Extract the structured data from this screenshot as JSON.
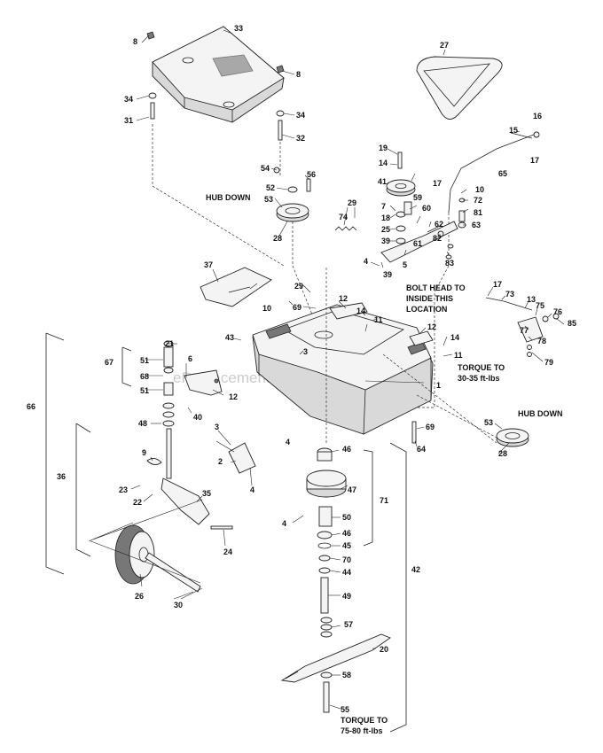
{
  "watermark": "eReplacementParts.com",
  "notes": {
    "hub_down_left": "HUB DOWN",
    "hub_down_right": "HUB DOWN",
    "bolt_head": [
      "BOLT HEAD TO",
      "INSIDE THIS",
      "LOCATION"
    ],
    "torque_mid": [
      "TORQUE TO",
      "30-35 ft-lbs"
    ],
    "torque_bottom": [
      "TORQUE TO",
      "75-80 ft-lbs"
    ]
  },
  "callouts": [
    "8",
    "33",
    "8",
    "34",
    "31",
    "34",
    "32",
    "27",
    "15",
    "16",
    "17",
    "65",
    "19",
    "14",
    "54",
    "56",
    "52",
    "53",
    "28",
    "41",
    "17",
    "10",
    "72",
    "81",
    "63",
    "29",
    "74",
    "7",
    "18",
    "25",
    "39",
    "59",
    "60",
    "61",
    "62",
    "82",
    "83",
    "4",
    "5",
    "39",
    "37",
    "10",
    "29",
    "69",
    "12",
    "14",
    "11",
    "12",
    "14",
    "11",
    "17",
    "73",
    "13",
    "75",
    "76",
    "85",
    "77",
    "78",
    "79",
    "43",
    "3",
    "21",
    "51",
    "67",
    "6",
    "68",
    "51",
    "12",
    "40",
    "66",
    "48",
    "3",
    "2",
    "4",
    "9",
    "23",
    "22",
    "35",
    "36",
    "26",
    "30",
    "24",
    "1",
    "46",
    "47",
    "71",
    "4",
    "50",
    "46",
    "45",
    "70",
    "44",
    "49",
    "57",
    "20",
    "58",
    "55",
    "42",
    "69",
    "64",
    "53",
    "28",
    "4"
  ]
}
